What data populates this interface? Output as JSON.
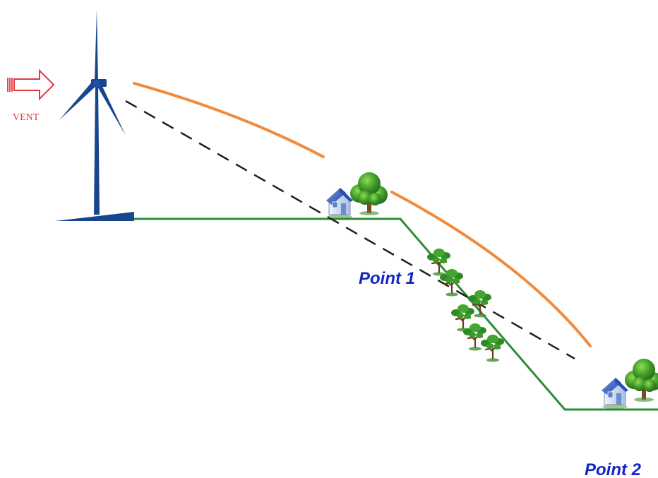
{
  "wind": {
    "label": "VENT",
    "color": "#e0393e"
  },
  "labels": {
    "point1": "Point 1",
    "point2": "Point 2"
  },
  "colors": {
    "label_text": "#1326c9",
    "ground": "#2e8b3a",
    "turbine": "#17468f",
    "sound_curve": "#f08a3c",
    "sightline": "#1f1f1f",
    "house_wall": "#b9cbe3",
    "house_roof": "#3c66c6",
    "tree_foliage": "#3f9b28",
    "tree_trunk": "#7a4a1e"
  },
  "icons": {
    "turbine": "wind-turbine-icon",
    "wind_arrow": "wind-arrow-icon",
    "house": "house-icon",
    "tree": "tree-icon"
  }
}
